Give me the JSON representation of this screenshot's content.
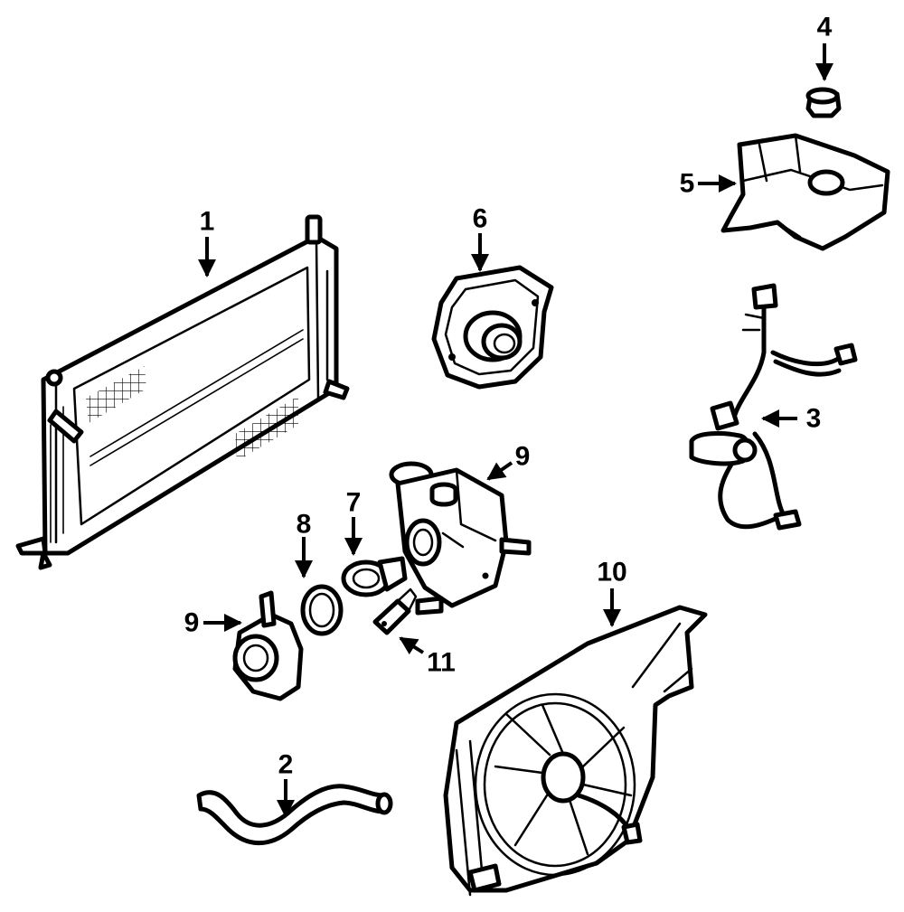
{
  "callouts": [
    {
      "id": "c1",
      "label": "1"
    },
    {
      "id": "c2",
      "label": "2"
    },
    {
      "id": "c3",
      "label": "3"
    },
    {
      "id": "c4",
      "label": "4"
    },
    {
      "id": "c5",
      "label": "5"
    },
    {
      "id": "c6",
      "label": "6"
    },
    {
      "id": "c7",
      "label": "7"
    },
    {
      "id": "c8",
      "label": "8"
    },
    {
      "id": "c9a",
      "label": "9"
    },
    {
      "id": "c9b",
      "label": "9"
    },
    {
      "id": "c10",
      "label": "10"
    },
    {
      "id": "c11",
      "label": "11"
    }
  ]
}
